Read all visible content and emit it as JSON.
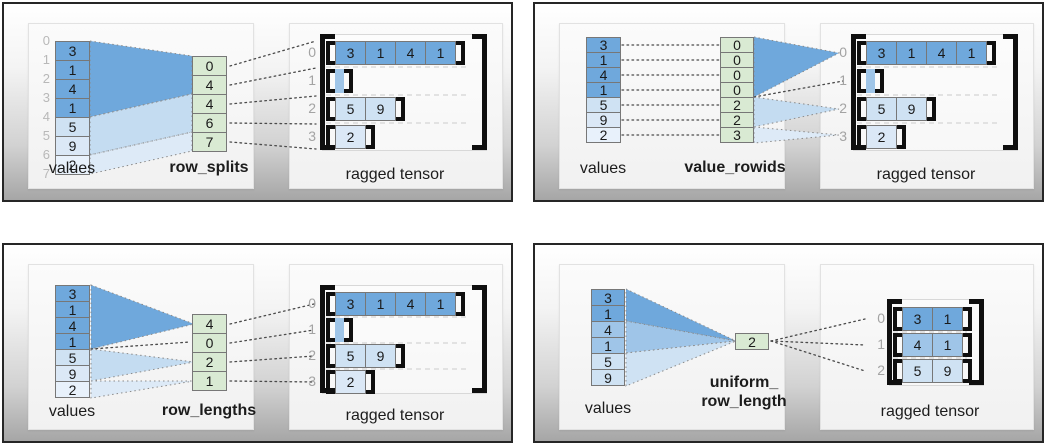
{
  "colors": {
    "blue_dark": "#6fa8dc",
    "blue_medium": "#9fc5e8",
    "blue_light": "#cfe2f3",
    "blue_faint": "#dbe8f6",
    "green": "#d9ead3"
  },
  "panels": [
    {
      "method_label": "row_splits",
      "values_label": "values",
      "tensor_label": "ragged tensor",
      "value_indices": [
        "0",
        "1",
        "2",
        "3",
        "4",
        "5",
        "6",
        "7"
      ],
      "values": [
        "3",
        "1",
        "4",
        "1",
        "5",
        "9",
        "2"
      ],
      "mid_values": [
        "0",
        "4",
        "4",
        "6",
        "7"
      ],
      "tensor_row_indices": [
        "0",
        "1",
        "2",
        "3"
      ],
      "tensor_rows": [
        [
          "3",
          "1",
          "4",
          "1"
        ],
        [],
        [
          "5",
          "9"
        ],
        [
          "2"
        ]
      ]
    },
    {
      "method_label": "value_rowids",
      "values_label": "values",
      "tensor_label": "ragged tensor",
      "values": [
        "3",
        "1",
        "4",
        "1",
        "5",
        "9",
        "2"
      ],
      "mid_values": [
        "0",
        "0",
        "0",
        "0",
        "2",
        "2",
        "3"
      ],
      "tensor_row_indices": [
        "0",
        "1",
        "2",
        "3"
      ],
      "tensor_rows": [
        [
          "3",
          "1",
          "4",
          "1"
        ],
        [],
        [
          "5",
          "9"
        ],
        [
          "2"
        ]
      ]
    },
    {
      "method_label": "row_lengths",
      "values_label": "values",
      "tensor_label": "ragged tensor",
      "values": [
        "3",
        "1",
        "4",
        "1",
        "5",
        "9",
        "2"
      ],
      "mid_values": [
        "4",
        "0",
        "2",
        "1"
      ],
      "tensor_row_indices": [
        "0",
        "1",
        "2",
        "3"
      ],
      "tensor_rows": [
        [
          "3",
          "1",
          "4",
          "1"
        ],
        [],
        [
          "5",
          "9"
        ],
        [
          "2"
        ]
      ]
    },
    {
      "method_label_line1": "uniform_",
      "method_label_line2": "row_length",
      "values_label": "values",
      "tensor_label": "ragged tensor",
      "values": [
        "3",
        "1",
        "4",
        "1",
        "5",
        "9"
      ],
      "mid_values": [
        "2"
      ],
      "tensor_row_indices": [
        "0",
        "1",
        "2"
      ],
      "tensor_rows": [
        [
          "3",
          "1"
        ],
        [
          "4",
          "1"
        ],
        [
          "5",
          "9"
        ]
      ]
    }
  ]
}
